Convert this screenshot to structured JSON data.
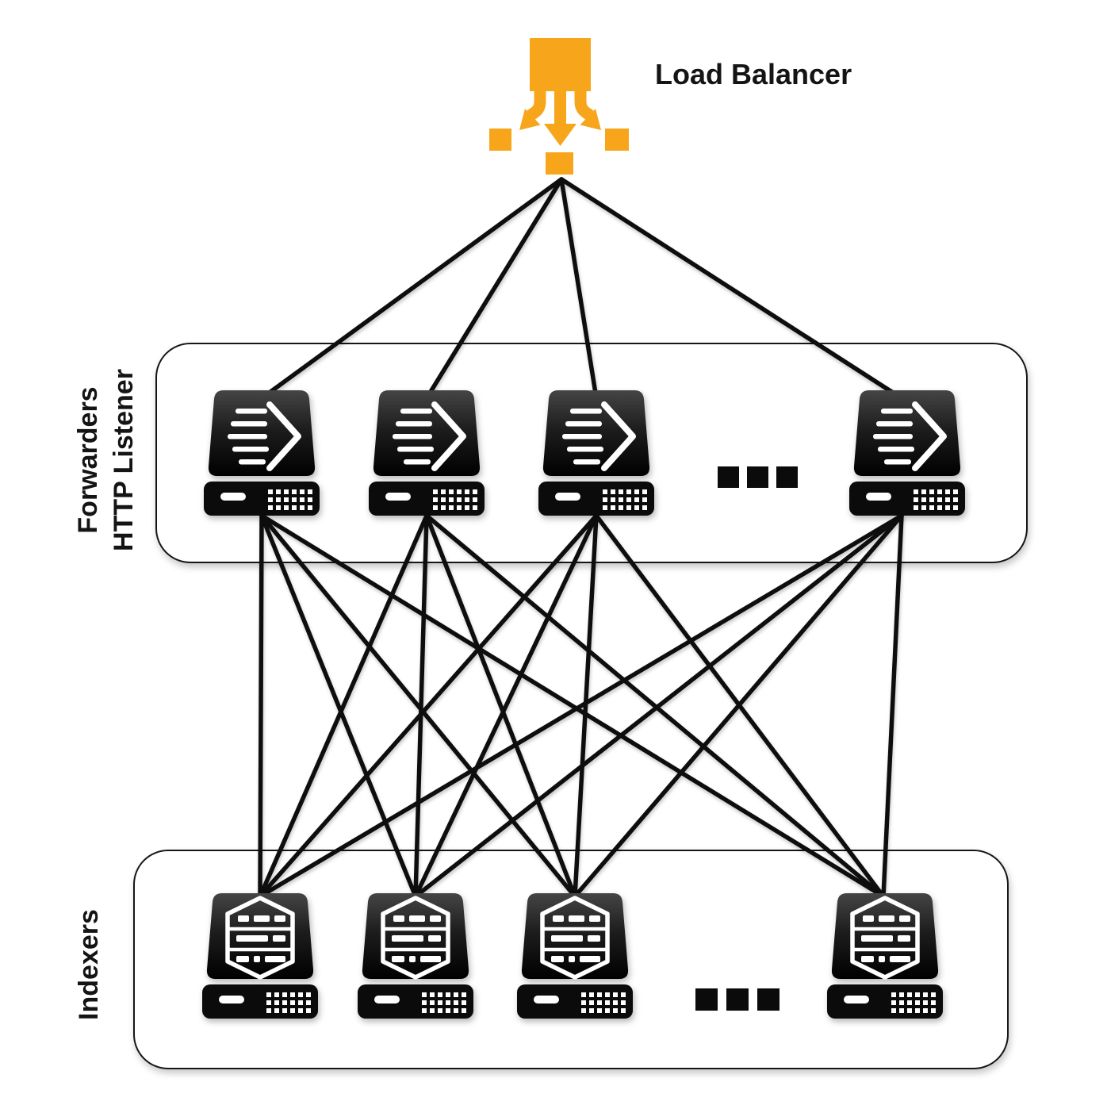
{
  "diagram": {
    "load_balancer": {
      "label": "Load Balancer",
      "icon": "load-balancer-icon",
      "color": "#F7A61C"
    },
    "forwarders_group": {
      "label_lines": [
        "Forwarders",
        "HTTP Listener"
      ],
      "visible_nodes": 4,
      "node_icon": "forwarder-server-icon",
      "more_indicator": "..."
    },
    "indexers_group": {
      "label": "Indexers",
      "visible_nodes": 4,
      "node_icon": "indexer-server-icon",
      "more_indicator": "..."
    },
    "connections": {
      "load_balancer_to_forwarders": 4,
      "forwarders_to_indexers": 16,
      "topology": "full mesh"
    },
    "colors": {
      "accent_orange": "#F7A61C",
      "connector": "#0e0e0e",
      "server_dark": "#0b0b0b",
      "background": "#ffffff"
    }
  }
}
